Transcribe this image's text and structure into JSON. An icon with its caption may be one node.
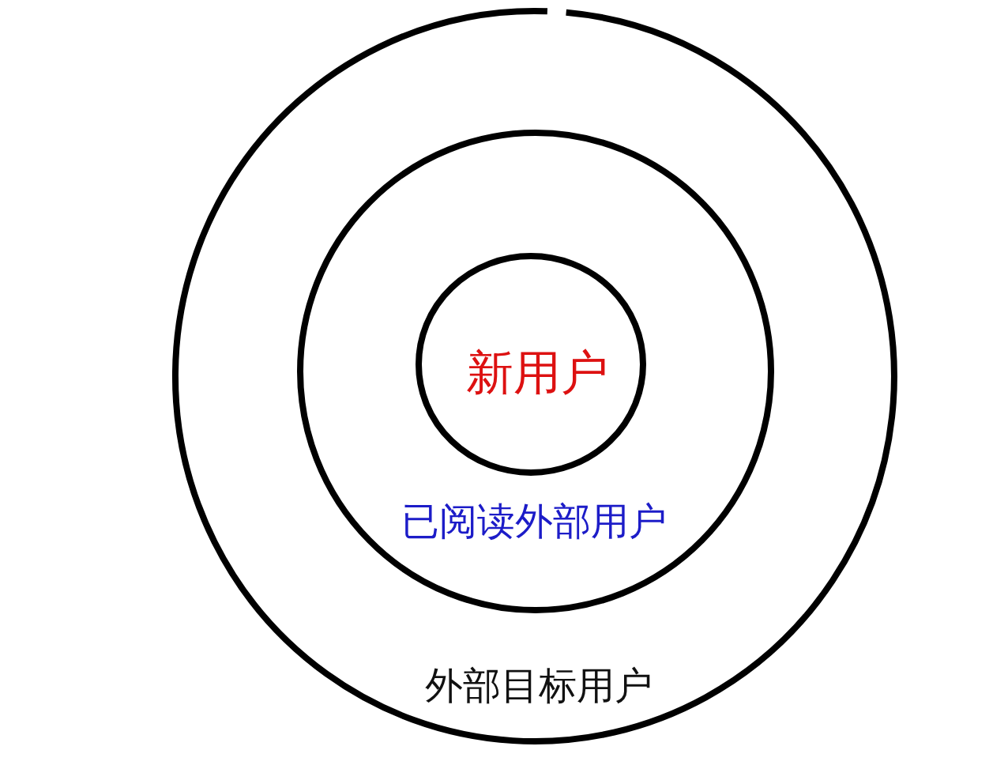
{
  "diagram": {
    "nodes": [
      {
        "text": [
          "外部目标用户"
        ]
      },
      {
        "text": [
          "已阅读外部用户"
        ],
        "in": 0
      },
      {
        "text": [
          "新用户"
        ],
        "in": 1
      }
    ]
  }
}
